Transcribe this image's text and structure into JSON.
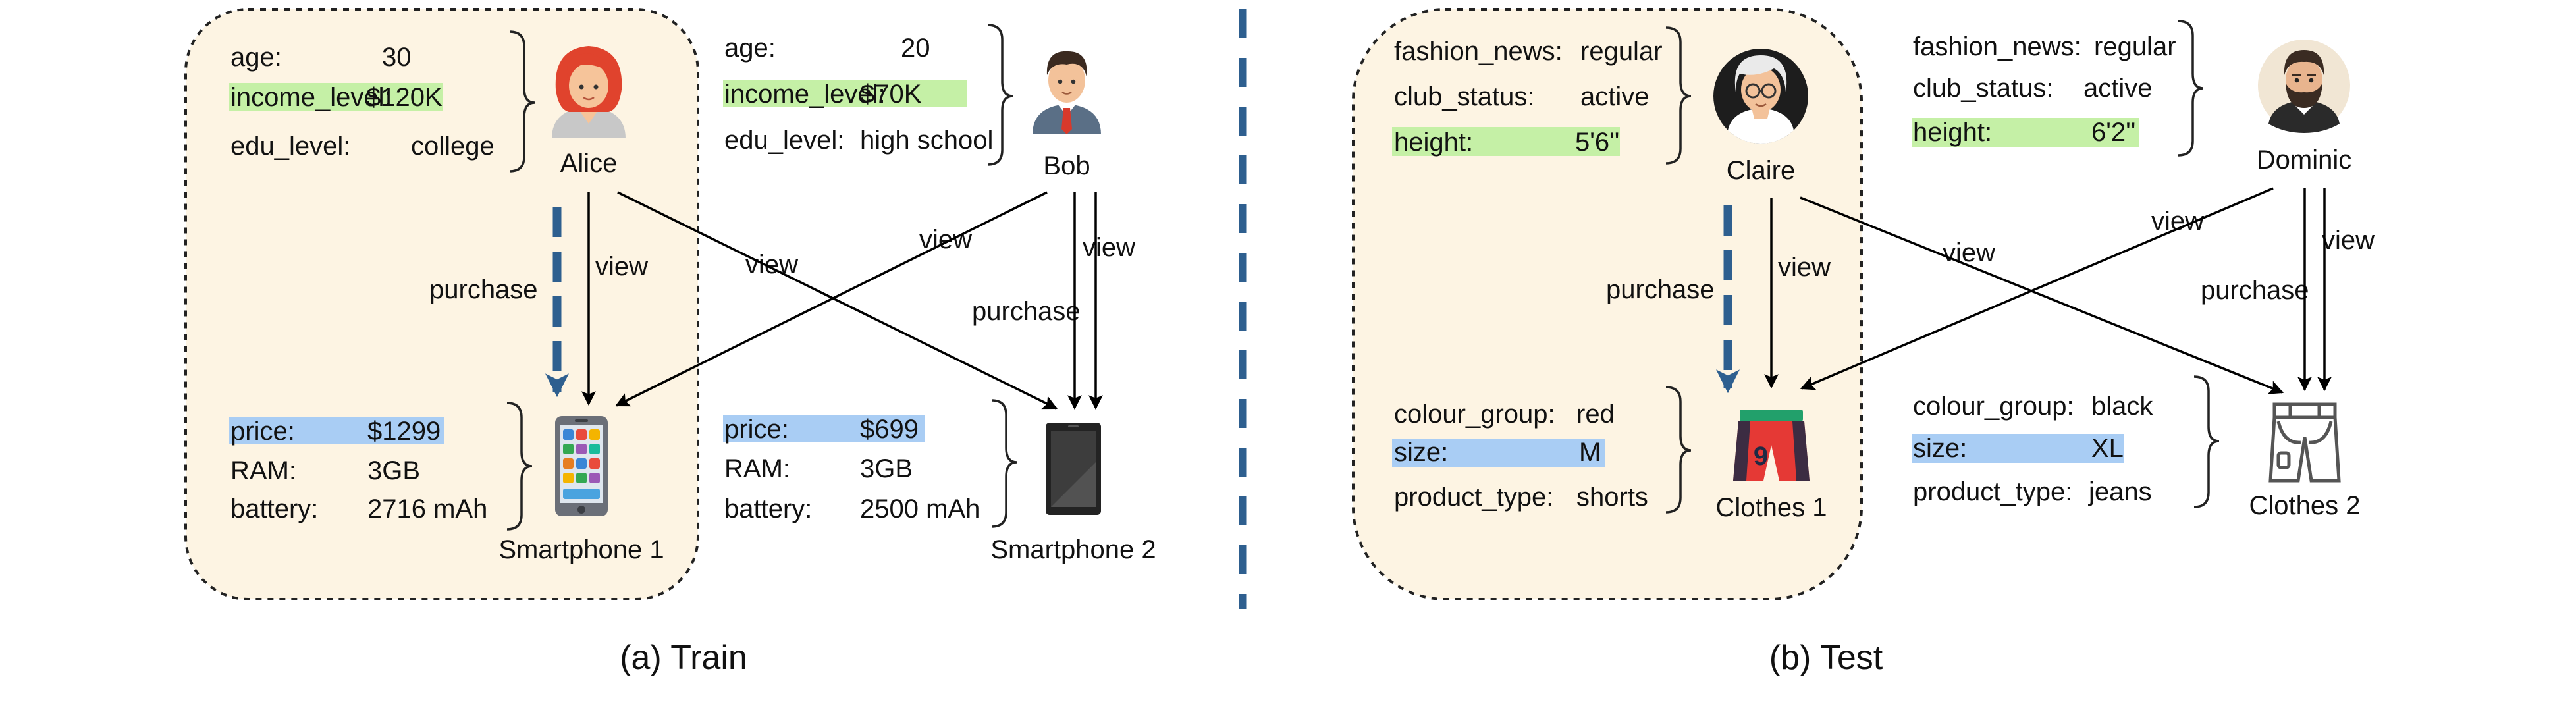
{
  "colors": {
    "group_fill": "#fdf4e3",
    "user_highlight": "#c5f0a6",
    "item_highlight": "#a9cdf4",
    "purchase_dashed": "#2e5f8f",
    "arrow": "#000000"
  },
  "train": {
    "caption": "(a) Train",
    "users": [
      {
        "name": "Alice",
        "icon": "woman-avatar-icon",
        "attrs": [
          {
            "key": "age:",
            "value": "30",
            "highlight": false
          },
          {
            "key": "income_level:",
            "value": "$120K",
            "highlight": true
          },
          {
            "key": "edu_level:",
            "value": "college",
            "highlight": false
          }
        ]
      },
      {
        "name": "Bob",
        "icon": "businessman-avatar-icon",
        "attrs": [
          {
            "key": "age:",
            "value": "20",
            "highlight": false
          },
          {
            "key": "income_level:",
            "value": "$70K",
            "highlight": true
          },
          {
            "key": "edu_level:",
            "value": "high school",
            "highlight": false
          }
        ]
      }
    ],
    "items": [
      {
        "name": "Smartphone 1",
        "icon": "smartphone-color-icon",
        "attrs": [
          {
            "key": "price:",
            "value": "$1299",
            "highlight": true
          },
          {
            "key": "RAM:",
            "value": "3GB",
            "highlight": false
          },
          {
            "key": "battery:",
            "value": "2716 mAh",
            "highlight": false
          }
        ]
      },
      {
        "name": "Smartphone 2",
        "icon": "smartphone-dark-icon",
        "attrs": [
          {
            "key": "price:",
            "value": "$699",
            "highlight": true
          },
          {
            "key": "RAM:",
            "value": "3GB",
            "highlight": false
          },
          {
            "key": "battery:",
            "value": "2500 mAh",
            "highlight": false
          }
        ]
      }
    ],
    "edges": {
      "purchase": "purchase",
      "view": "view"
    }
  },
  "test": {
    "caption": "(b) Test",
    "users": [
      {
        "name": "Claire",
        "icon": "elderly-woman-avatar-icon",
        "attrs": [
          {
            "key": "fashion_news:",
            "value": "regular",
            "highlight": false
          },
          {
            "key": "club_status:",
            "value": "active",
            "highlight": false
          },
          {
            "key": "height:",
            "value": "5'6''",
            "highlight": true
          }
        ]
      },
      {
        "name": "Dominic",
        "icon": "bearded-man-avatar-icon",
        "attrs": [
          {
            "key": "fashion_news:",
            "value": "regular",
            "highlight": false
          },
          {
            "key": "club_status:",
            "value": "active",
            "highlight": false
          },
          {
            "key": "height:",
            "value": "6'2''",
            "highlight": true
          }
        ]
      }
    ],
    "items": [
      {
        "name": "Clothes 1",
        "icon": "shorts-icon",
        "attrs": [
          {
            "key": "colour_group:",
            "value": "red",
            "highlight": false
          },
          {
            "key": "size:",
            "value": "M",
            "highlight": true
          },
          {
            "key": "product_type:",
            "value": "shorts",
            "highlight": false
          }
        ]
      },
      {
        "name": "Clothes 2",
        "icon": "jeans-icon",
        "attrs": [
          {
            "key": "colour_group:",
            "value": "black",
            "highlight": false
          },
          {
            "key": "size:",
            "value": "XL",
            "highlight": true
          },
          {
            "key": "product_type:",
            "value": "jeans",
            "highlight": false
          }
        ]
      }
    ],
    "edges": {
      "purchase": "purchase",
      "view": "view"
    }
  }
}
